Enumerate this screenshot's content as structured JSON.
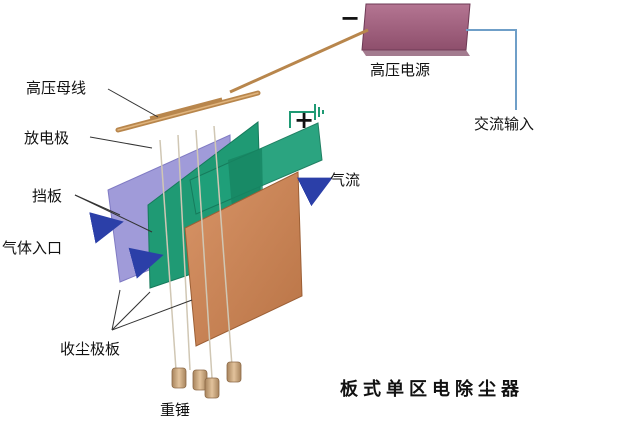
{
  "labels": {
    "power_supply": "高压电源",
    "ac_input": "交流输入",
    "hv_bus": "高压母线",
    "discharge_electrode": "放电极",
    "baffle": "挡板",
    "gas_inlet": "气体入口",
    "gas_flow": "气流",
    "collector_plates": "收尘极板",
    "weights": "重锤",
    "title": "板式单区电除尘器",
    "negative_sign": "−",
    "positive_sign": "+"
  },
  "colors": {
    "power_supply_box": "#a0607a",
    "copper_wire": "#b8864c",
    "ac_wire": "#6f9fc8",
    "purple_plate": "#9b96d8",
    "green_plate": "#1f9a74",
    "orange_plate": "#cc8755",
    "arrow": "#2b3fa8",
    "weight": "#c9a47a"
  }
}
